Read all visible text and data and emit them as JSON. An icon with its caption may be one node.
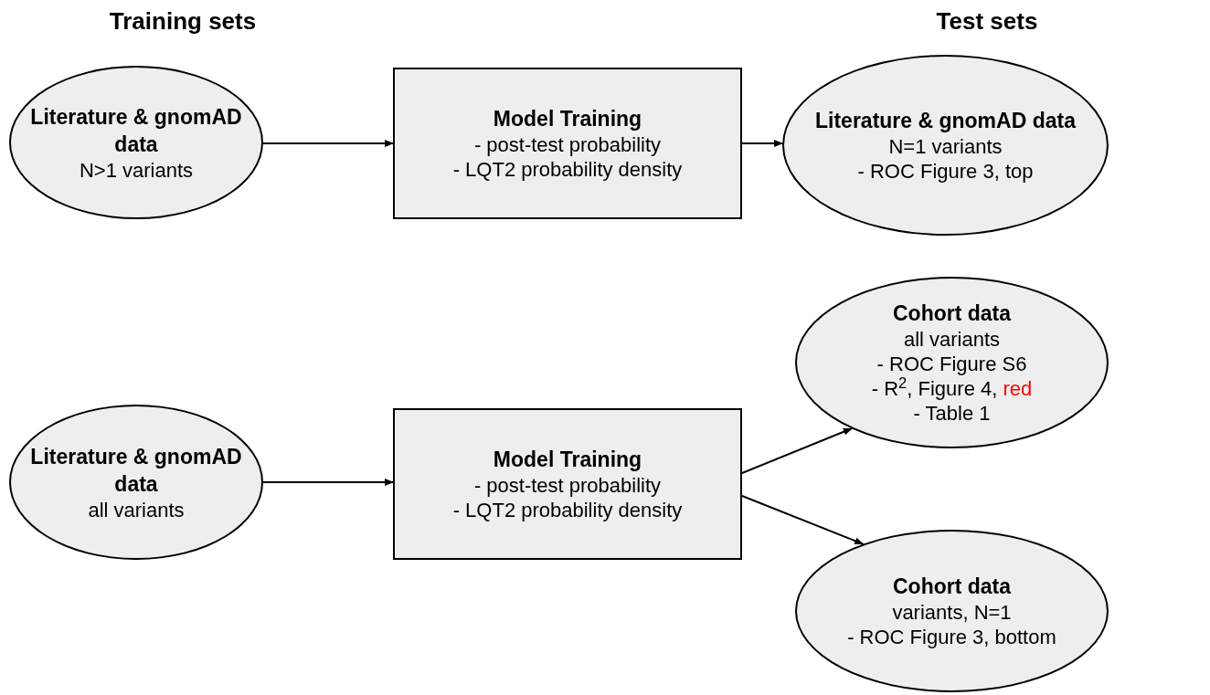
{
  "diagram": {
    "nodes": [
      {
        "text": [
          "Literature & gnomAD data",
          "N>1 variants"
        ]
      },
      {
        "text": [
          "Model Training",
          "- post-test probability",
          "- LQT2 probability density"
        ]
      },
      {
        "text": [
          "Literature & gnomAD data",
          "N=1 variants",
          "- ROC Figure 3, top"
        ]
      },
      {
        "text": [
          "Literature & gnomAD data",
          "all variants"
        ]
      },
      {
        "text": [
          "Model Training",
          "- post-test probability",
          "- LQT2 probability density"
        ]
      },
      {
        "text": [
          "Cohort data",
          "all variants",
          "- ROC Figure S6",
          "- R$^{2}$, Figure 4, red",
          "- Table 1"
        ]
      },
      {
        "text": [
          "Cohort data",
          "variants, N=1",
          "- ROC Figure 3, bottom"
        ]
      }
    ],
    "edges": [
      {
        "from": 0,
        "to": 1,
        "arrow": "to"
      },
      {
        "from": 1,
        "to": 2,
        "arrow": "to"
      },
      {
        "from": 3,
        "to": 4,
        "arrow": "to"
      },
      {
        "from": 4,
        "to": 5,
        "arrow": "to"
      },
      {
        "from": 4,
        "to": 6,
        "arrow": "to"
      }
    ],
    "labels": [
      "Training sets",
      "Test sets"
    ]
  }
}
